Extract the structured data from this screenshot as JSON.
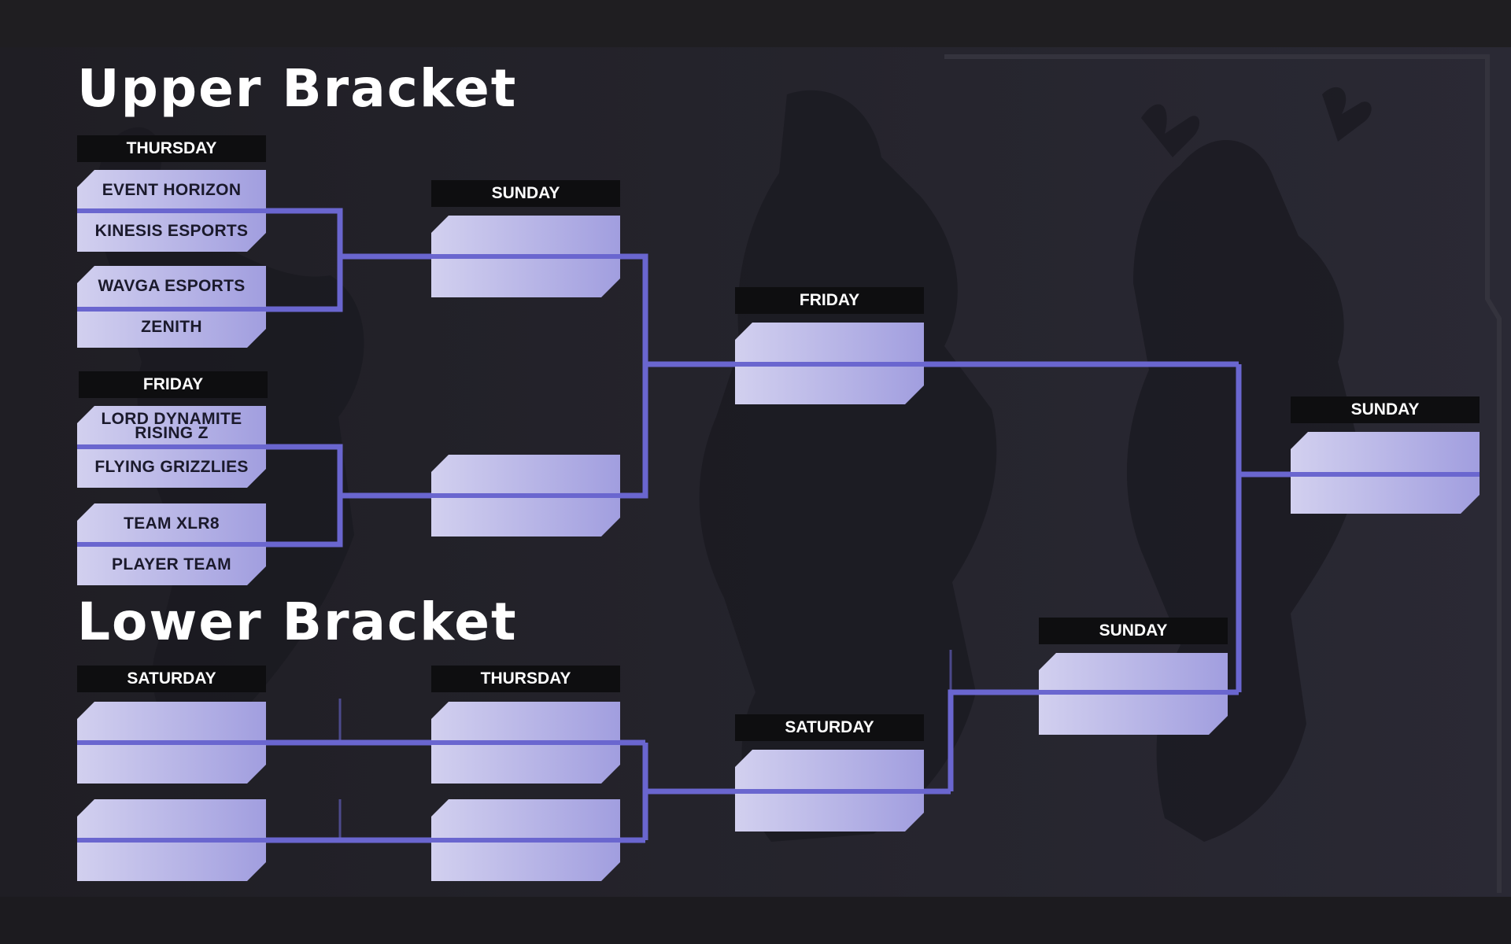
{
  "upper": {
    "title": "Upper Bracket",
    "round1": {
      "day1": "THURSDAY",
      "day2": "FRIDAY",
      "matches": [
        {
          "team1": "EVENT HORIZON",
          "team2": "KINESIS ESPORTS"
        },
        {
          "team1": "WAVGA ESPORTS",
          "team2": "ZENITH"
        },
        {
          "team1": "LORD DYNAMITE RISING Z",
          "team2": "FLYING GRIZZLIES"
        },
        {
          "team1": "TEAM XLR8",
          "team2": "PLAYER TEAM"
        }
      ]
    },
    "round2": {
      "day": "SUNDAY"
    },
    "final": {
      "day": "FRIDAY"
    }
  },
  "grand_final": {
    "day": "SUNDAY"
  },
  "lower": {
    "title": "Lower Bracket",
    "round1": {
      "day": "SATURDAY"
    },
    "round2": {
      "day": "THURSDAY"
    },
    "round3": {
      "day": "SATURDAY"
    },
    "final": {
      "day": "SUNDAY"
    }
  },
  "colors": {
    "connector": "#6a66cf",
    "slot_gradient_start": "#d2d0ef",
    "slot_gradient_end": "#a19edf",
    "day_header_bg": "#0e0e10",
    "background": "#24232b"
  }
}
